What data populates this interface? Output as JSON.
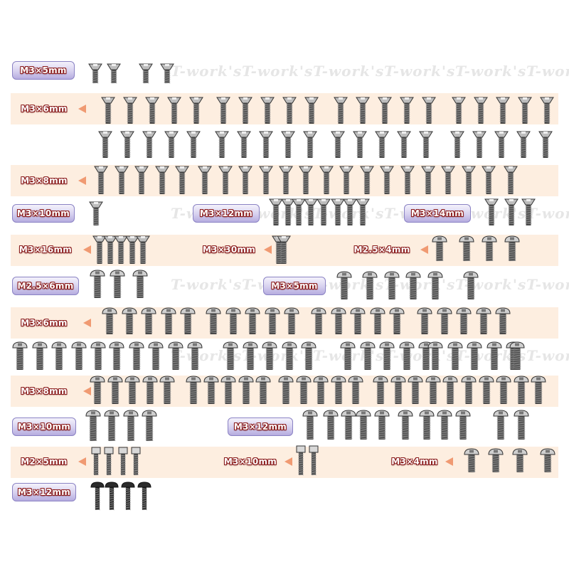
{
  "watermark": "T-work's",
  "colors": {
    "band": "#fdeee0",
    "label_box": "#c9c2ea",
    "arrow": "#f09a72",
    "label_text": "#ffffff",
    "label_outline": "#8a1a1a"
  },
  "icons": {
    "flat_screw": "flat-head-screw-icon",
    "button_screw": "button-head-screw-icon",
    "hex_screw": "hex-head-screw-icon"
  },
  "labels": {
    "r1": "M3×5mm",
    "r2": "M3×6mm",
    "r3": "M3×8mm",
    "r4a": "M3×10mm",
    "r4b": "M3×12mm",
    "r4c": "M3×14mm",
    "r5a": "M3×16mm",
    "r5b": "M3×30mm",
    "r5c": "M2.5×4mm",
    "r6a": "M2.5×6mm",
    "r6b": "M3×5mm",
    "r7": "M3×6mm",
    "r8": "M3×8mm",
    "r9a": "M3×10mm",
    "r9b": "M3×12mm",
    "r10a": "M2×5mm",
    "r10b": "M3×10mm",
    "r10c": "M3×4mm",
    "r11": "M3×12mm"
  }
}
